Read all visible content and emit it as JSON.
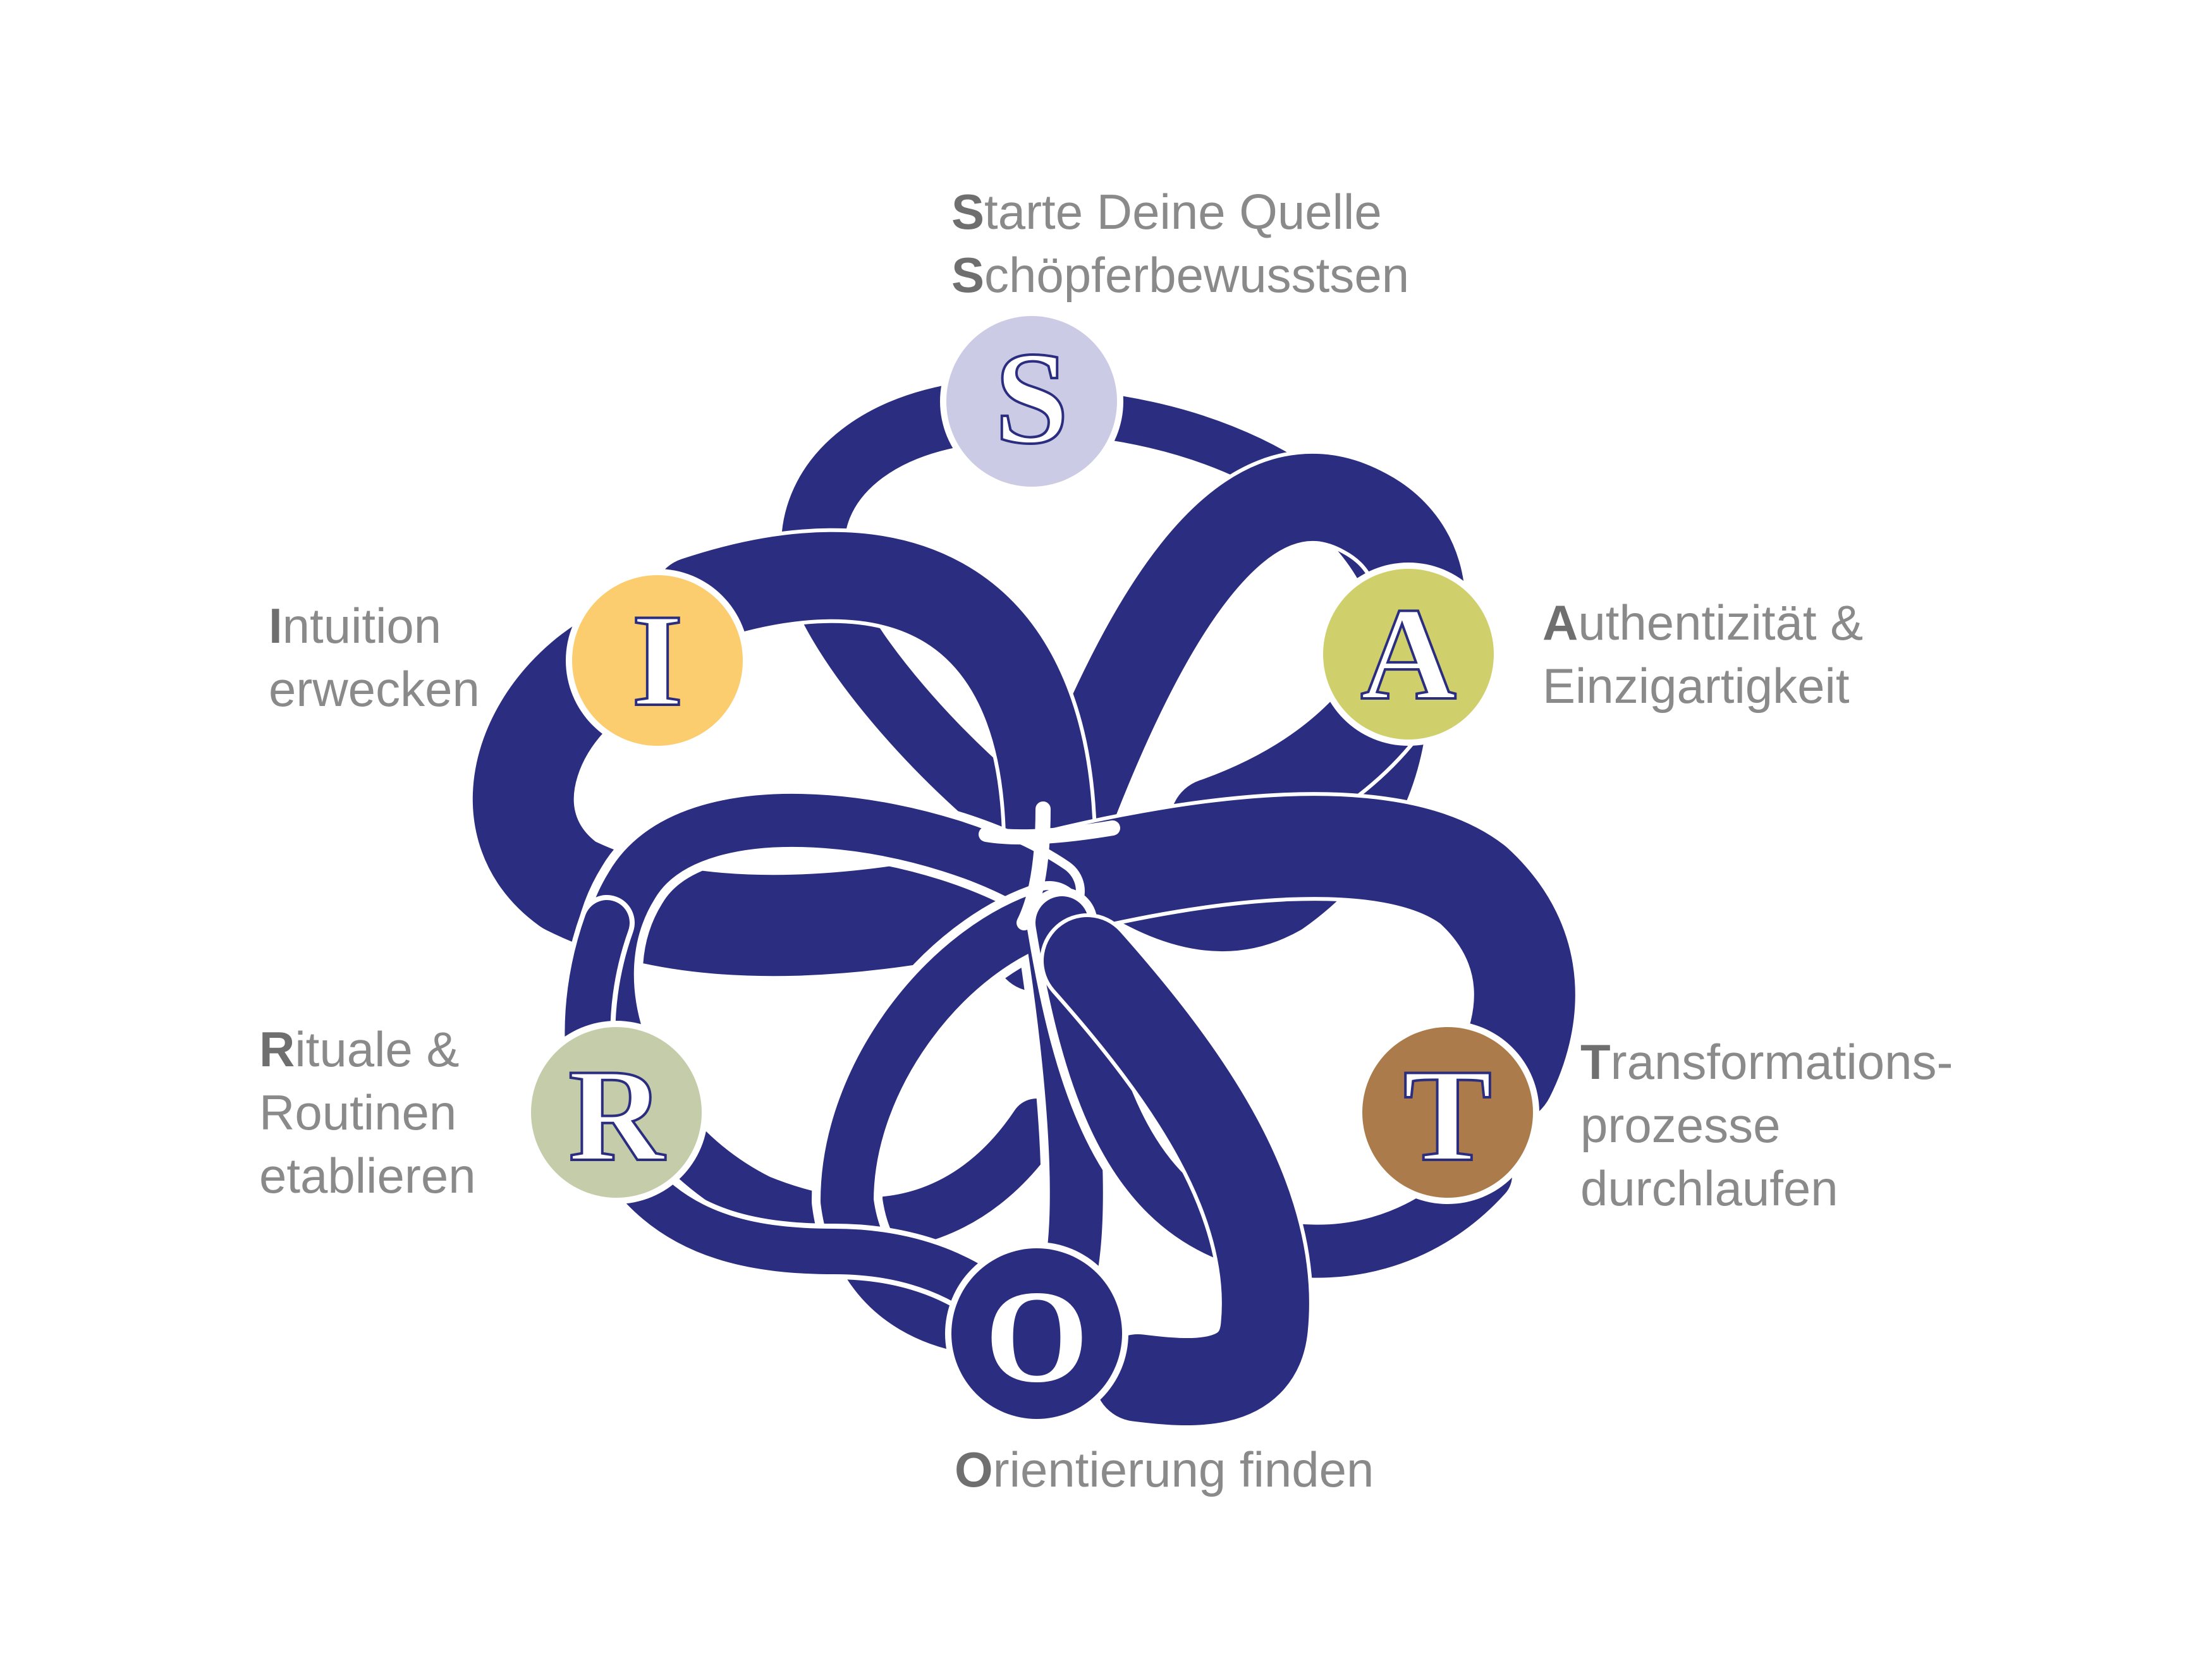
{
  "colors": {
    "band": "#2b2d80",
    "band_edge": "#ffffff",
    "text": "#8a8a8a",
    "text_initial": "#6f6f6f",
    "node_S": "#cccbe6",
    "node_A": "#cfcf6c",
    "node_T": "#ab7b4b",
    "node_O": "#2b2d80",
    "node_R": "#c5cca9",
    "node_I": "#fbcd6e"
  },
  "nodes": {
    "S": {
      "letter": "S"
    },
    "A": {
      "letter": "A"
    },
    "T": {
      "letter": "T"
    },
    "O": {
      "letter": "O"
    },
    "R": {
      "letter": "R"
    },
    "I": {
      "letter": "I"
    }
  },
  "labels": {
    "S": {
      "line1_initial": "S",
      "line1_rest": "tarte Deine Quelle",
      "line2_initial": "S",
      "line2_rest": "chöpferbewusstsen"
    },
    "A": {
      "line1_initial": "A",
      "line1_rest": "uthentizität &",
      "line2": "Einzigartigkeit"
    },
    "T": {
      "line1_initial": "T",
      "line1_rest": "ransformations-",
      "line2": "prozesse",
      "line3": "durchlaufen"
    },
    "O": {
      "line1_initial": "O",
      "line1_rest": "rientierung finden"
    },
    "R": {
      "line1_initial": "R",
      "line1_rest": "ituale &",
      "line2": "Routinen",
      "line3": "etablieren"
    },
    "I": {
      "line1_initial": "I",
      "line1_rest": "ntuition",
      "line2": "erwecken"
    }
  }
}
